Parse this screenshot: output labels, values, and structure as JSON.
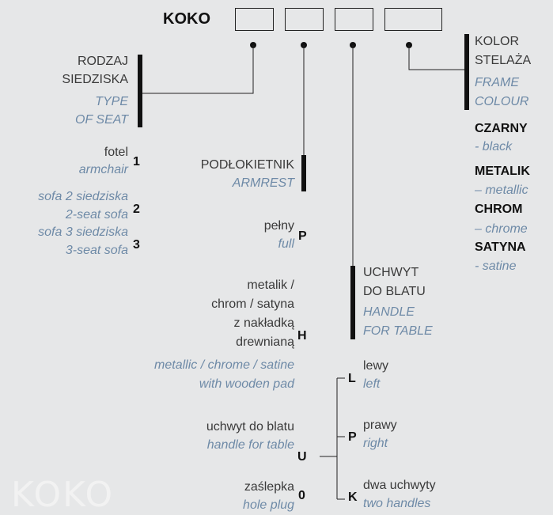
{
  "title": "KOKO",
  "watermark": "KOKO",
  "seat": {
    "label_pl_1": "RODZAJ",
    "label_pl_2": "SIEDZISKA",
    "label_en_1": "TYPE",
    "label_en_2": "OF SEAT",
    "items": [
      {
        "pl": "fotel",
        "en": "armchair",
        "code": "1"
      },
      {
        "pl": "sofa 2 siedziska",
        "en": "2-seat sofa",
        "code": "2"
      },
      {
        "pl": "sofa 3 siedziska",
        "en": "3-seat sofa",
        "code": "3"
      }
    ]
  },
  "armrest": {
    "label_pl": "PODŁOKIETNIK",
    "label_en": "ARMREST",
    "items": [
      {
        "pl": "pełny",
        "en": "full",
        "code": "P"
      },
      {
        "pl_1": "metalik /",
        "pl_2": "chrom / satyna",
        "pl_3": "z nakładką",
        "pl_4": "drewnianą",
        "en_1": "metallic / chrome / satine",
        "en_2": "with wooden pad",
        "code": "H"
      },
      {
        "pl": "uchwyt do blatu",
        "en": "handle for table",
        "code": "U"
      },
      {
        "pl": "zaślepka",
        "en": "hole plug",
        "code": "0"
      }
    ]
  },
  "handle": {
    "label_pl_1": "UCHWYT",
    "label_pl_2": "DO BLATU",
    "label_en_1": "HANDLE",
    "label_en_2": "FOR TABLE",
    "items": [
      {
        "code": "L",
        "pl": "lewy",
        "en": "left"
      },
      {
        "code": "P",
        "pl": "prawy",
        "en": "right"
      },
      {
        "code": "K",
        "pl": "dwa uchwyty",
        "en": "two handles"
      }
    ]
  },
  "frame": {
    "label_pl_1": "KOLOR",
    "label_pl_2": "STELAŻA",
    "label_en_1": "FRAME",
    "label_en_2": "COLOUR",
    "items": [
      {
        "name": "CZARNY",
        "en": "- black"
      },
      {
        "name": "METALIK",
        "en": "– metallic"
      },
      {
        "name": "CHROM",
        "en": "– chrome"
      },
      {
        "name": "SATYNA",
        "en": "- satine"
      }
    ]
  }
}
